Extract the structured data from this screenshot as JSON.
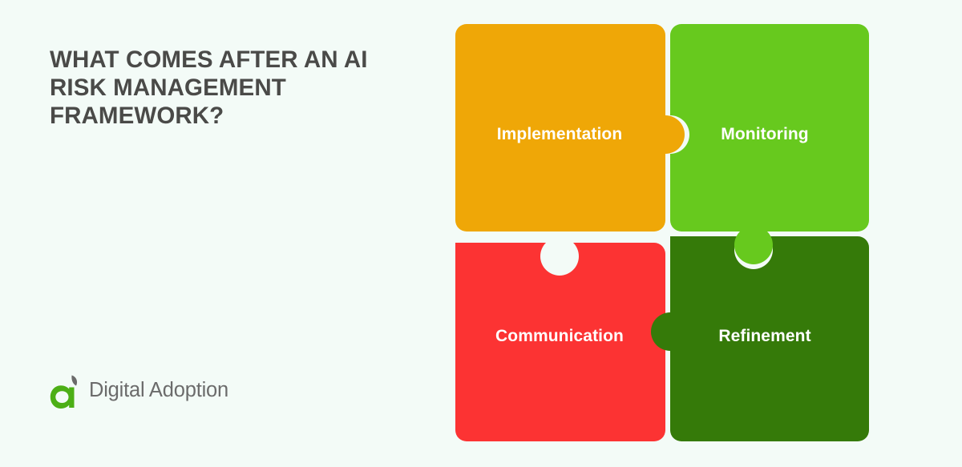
{
  "background_color": "#f3fbf7",
  "header": {
    "title": "What Comes After an AI\nRisk Management\nFramework?",
    "title_color": "#4a4a48"
  },
  "brand": {
    "name": "Digital Adoption",
    "logo_icon": "digital-adoption-a-logo",
    "logo_mark_color": "#4caf16",
    "logo_leaf_color": "#6b6b6b",
    "text_color": "#6b6b6b"
  },
  "diagram": {
    "type": "puzzle-2x2",
    "pieces": [
      {
        "id": "implementation",
        "label": "Implementation",
        "color": "#efa707",
        "position": "top-left",
        "label_color": "#ffffff",
        "tab": "right-out"
      },
      {
        "id": "monitoring",
        "label": "Monitoring",
        "color": "#67c91e",
        "position": "top-right",
        "label_color": "#ffffff",
        "tab": "bottom-out"
      },
      {
        "id": "communication",
        "label": "Communication",
        "color": "#fc3333",
        "position": "bottom-left",
        "label_color": "#ffffff",
        "tab": "top-out"
      },
      {
        "id": "refinement",
        "label": "Refinement",
        "color": "#357a09",
        "position": "bottom-right",
        "label_color": "#ffffff",
        "tab": "left-out"
      }
    ]
  }
}
